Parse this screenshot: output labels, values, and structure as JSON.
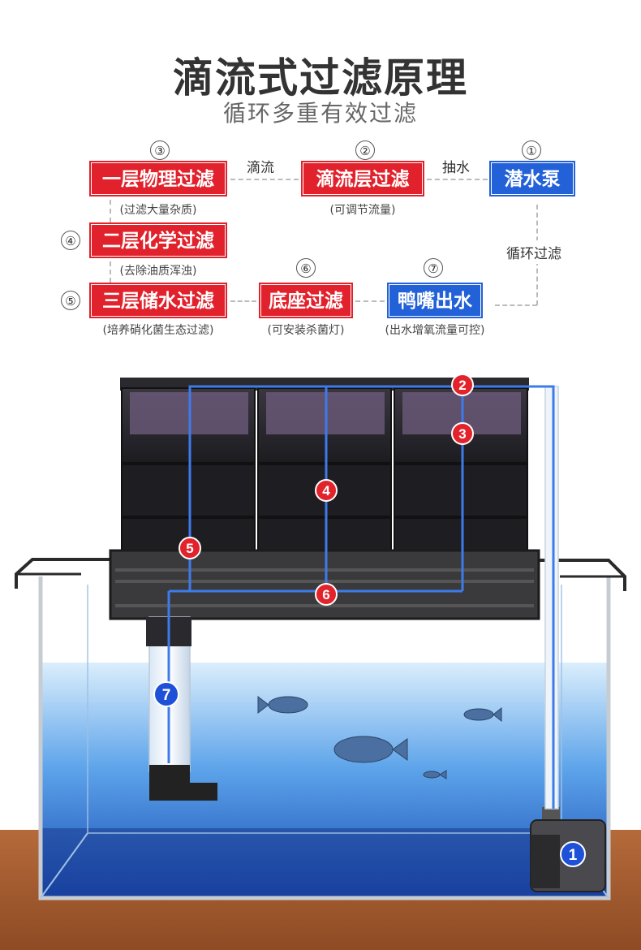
{
  "header": {
    "title": "滴流式过滤原理",
    "subtitle": "循环多重有效过滤"
  },
  "stages": [
    {
      "num": "③",
      "label": "一层物理过滤",
      "note": "(过滤大量杂质)",
      "color": "red"
    },
    {
      "num": "②",
      "label": "滴流层过滤",
      "note": "(可调节流量)",
      "color": "red"
    },
    {
      "num": "①",
      "label": "潜水泵",
      "note": "",
      "color": "blue"
    },
    {
      "num": "④",
      "label": "二层化学过滤",
      "note": "(去除油质浑浊)",
      "color": "red"
    },
    {
      "num": "⑤",
      "label": "三层储水过滤",
      "note": "(培养硝化菌生态过滤)",
      "color": "red"
    },
    {
      "num": "⑥",
      "label": "底座过滤",
      "note": "(可安装杀菌灯)",
      "color": "red"
    },
    {
      "num": "⑦",
      "label": "鸭嘴出水",
      "note": "(出水增氧流量可控)",
      "color": "blue"
    }
  ],
  "connectors": {
    "drip": "滴流",
    "pump_water": "抽水",
    "circulate": "循环过滤"
  },
  "diagram_markers": [
    "2",
    "3",
    "4",
    "5",
    "6",
    "7",
    "1"
  ],
  "colors": {
    "stage_red": "#e1222c",
    "stage_blue": "#2361d8",
    "flow_line": "#3d7bea",
    "water": "#4a9ae8"
  }
}
